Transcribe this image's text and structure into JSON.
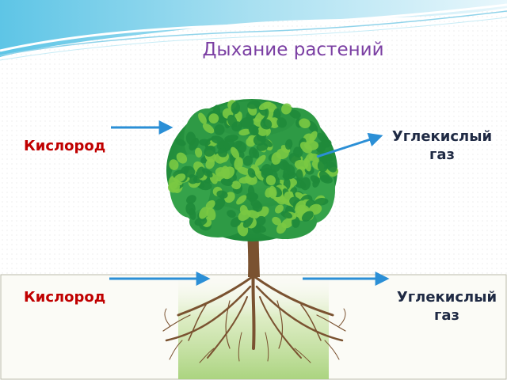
{
  "title": "Дыхание растений",
  "labels": {
    "oxygen_top": "Кислород",
    "oxygen_bottom": "Кислород",
    "co2_top": "Углекислый газ",
    "co2_bottom": "Углекислый газ"
  },
  "colors": {
    "title": "#7b3fa3",
    "oxygen": "#c00000",
    "co2": "#1f2a44",
    "arrow": "#2b8fd6",
    "leaf_dark": "#1f8a3a",
    "leaf_light": "#7ac943",
    "trunk": "#7a5230"
  }
}
